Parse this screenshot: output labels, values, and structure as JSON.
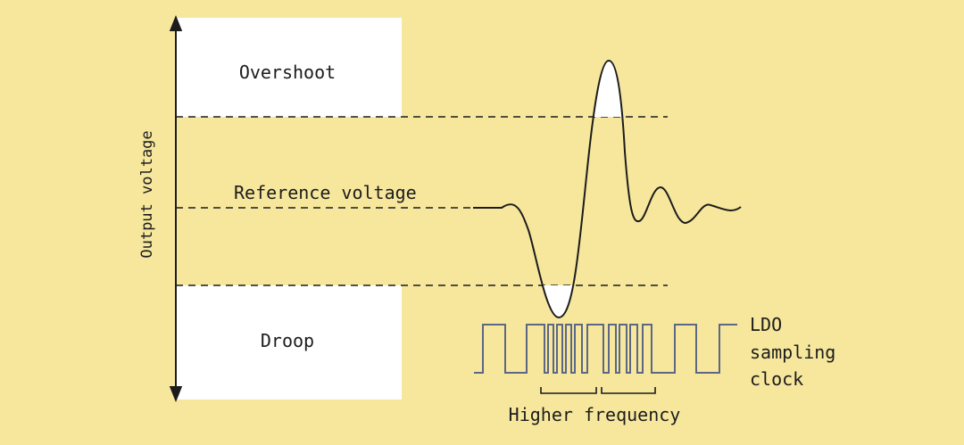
{
  "labels": {
    "overshoot": "Overshoot",
    "reference": "Reference voltage",
    "droop": "Droop",
    "y_axis": "Output voltage",
    "clock": [
      "LDO",
      "sampling",
      "clock"
    ],
    "higher_frequency": "Higher frequency"
  },
  "colors": {
    "background": "#f6e79d",
    "zone_fill": "#ffffff",
    "ink": "#1c1c1c",
    "clock_wave": "#5b6784"
  }
}
